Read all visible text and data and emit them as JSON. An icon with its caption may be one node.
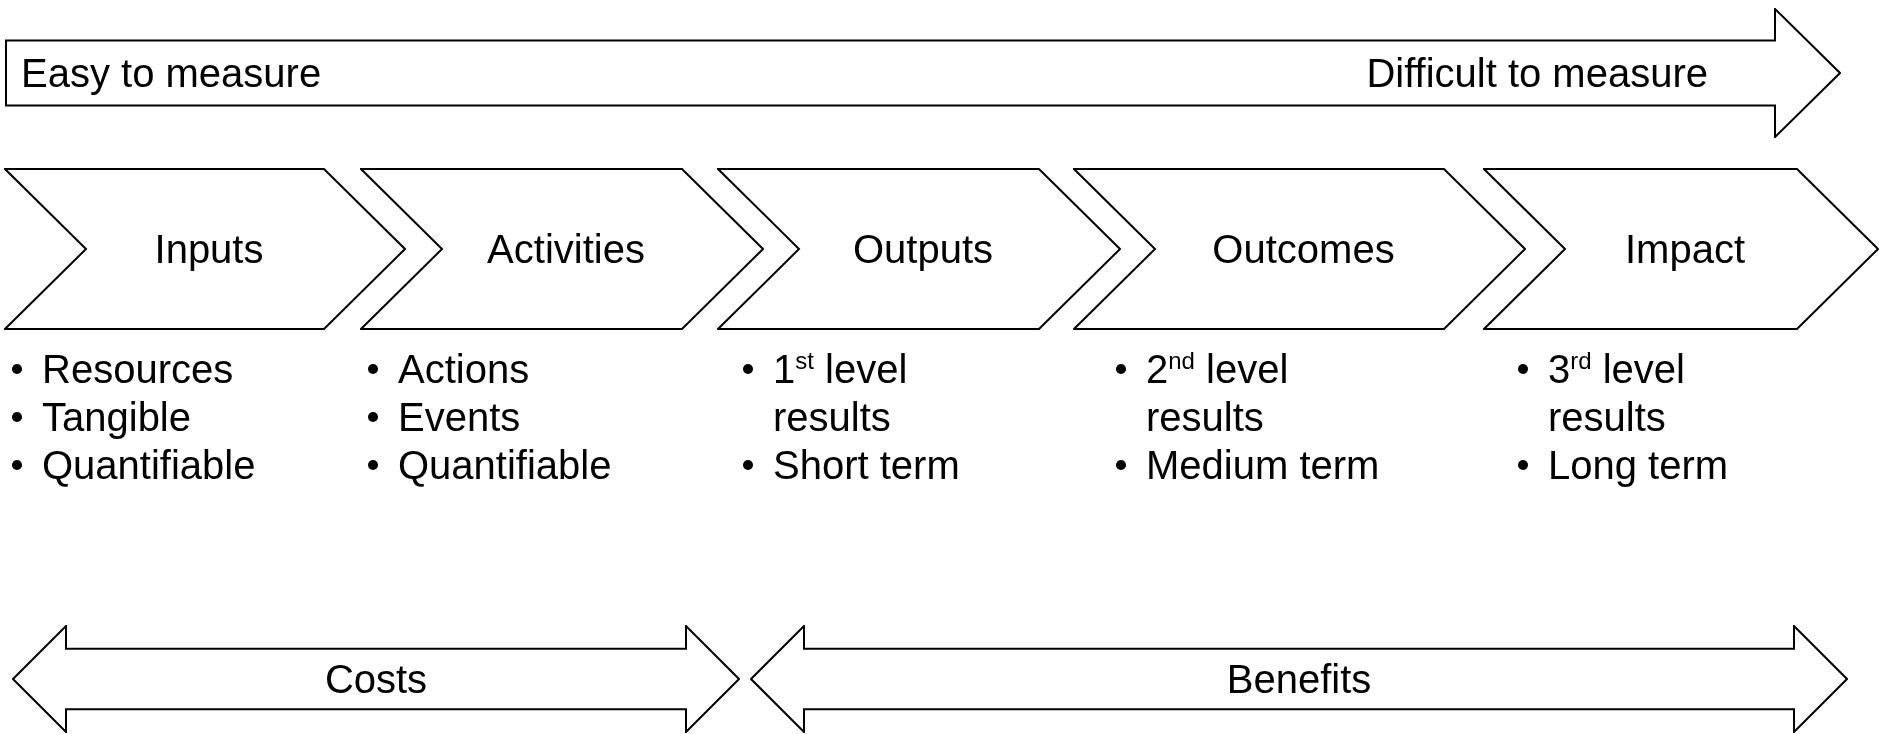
{
  "diagram": {
    "nodes": [
      {
        "text": [
          "Easy to measure",
          "Difficult to measure"
        ]
      },
      {
        "text": [
          "Inputs"
        ],
        "beside": [
          "Resources",
          "Tangible",
          "Quantifiable"
        ]
      },
      {
        "text": [
          "Activities"
        ],
        "beside": [
          "Actions",
          "Events",
          "Quantifiable"
        ]
      },
      {
        "text": [
          "Outputs"
        ],
        "beside": [
          "1$^{st}$ level results",
          "Short term"
        ]
      },
      {
        "text": [
          "Outcomes"
        ],
        "beside": [
          "2$^{nd}$ level results",
          "Medium term"
        ]
      },
      {
        "text": [
          "Impact"
        ],
        "beside": [
          "3$^{rd}$ level results",
          "Long term"
        ]
      },
      {
        "text": [
          "Costs"
        ]
      },
      {
        "text": [
          "Benefits"
        ]
      }
    ],
    "edges": []
  }
}
